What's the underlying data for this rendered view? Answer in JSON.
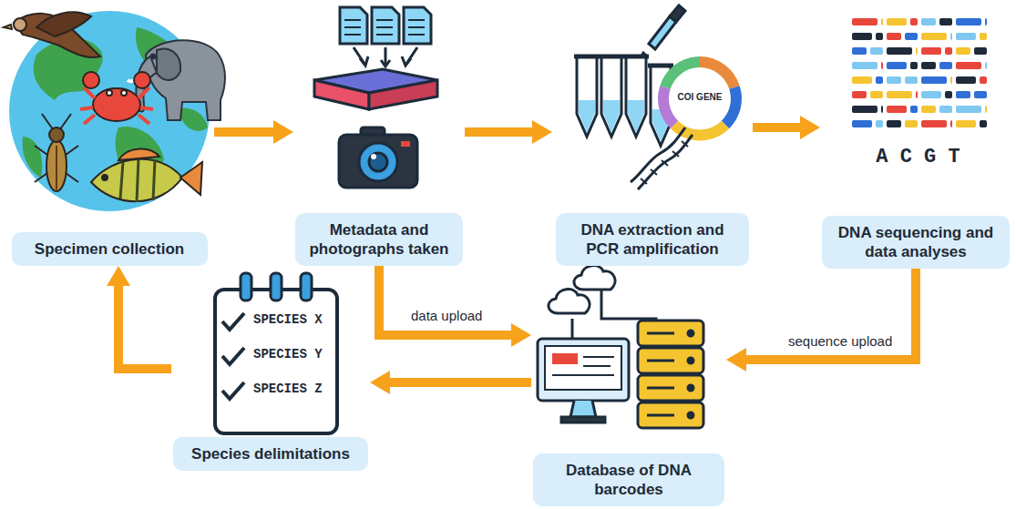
{
  "diagram": {
    "nodes": [
      {
        "text": [
          "Specimen collection"
        ]
      },
      {
        "text": [
          "Metadata and photographs taken"
        ]
      },
      {
        "text": [
          "DNA extraction and PCR amplification"
        ]
      },
      {
        "text": [
          "DNA sequencing and data analyses"
        ]
      },
      {
        "text": [
          "Species delimitations"
        ]
      },
      {
        "text": [
          "Database of DNA barcodes"
        ]
      }
    ],
    "edges": [
      {
        "from": 0,
        "to": 1,
        "arrow": "to"
      },
      {
        "from": 1,
        "to": 2,
        "arrow": "to"
      },
      {
        "from": 2,
        "to": 3,
        "arrow": "to"
      },
      {
        "from": 1,
        "to": 5,
        "label": "data upload",
        "arrow": "to"
      },
      {
        "from": 3,
        "to": 5,
        "label": "sequence upload",
        "arrow": "to"
      },
      {
        "from": 5,
        "to": 4,
        "arrow": "to"
      },
      {
        "from": 4,
        "to": 0,
        "arrow": "to"
      }
    ],
    "labels": [
      "COI GENE",
      "A C G T",
      "SPECIES X",
      "SPECIES Y",
      "SPECIES Z"
    ]
  }
}
